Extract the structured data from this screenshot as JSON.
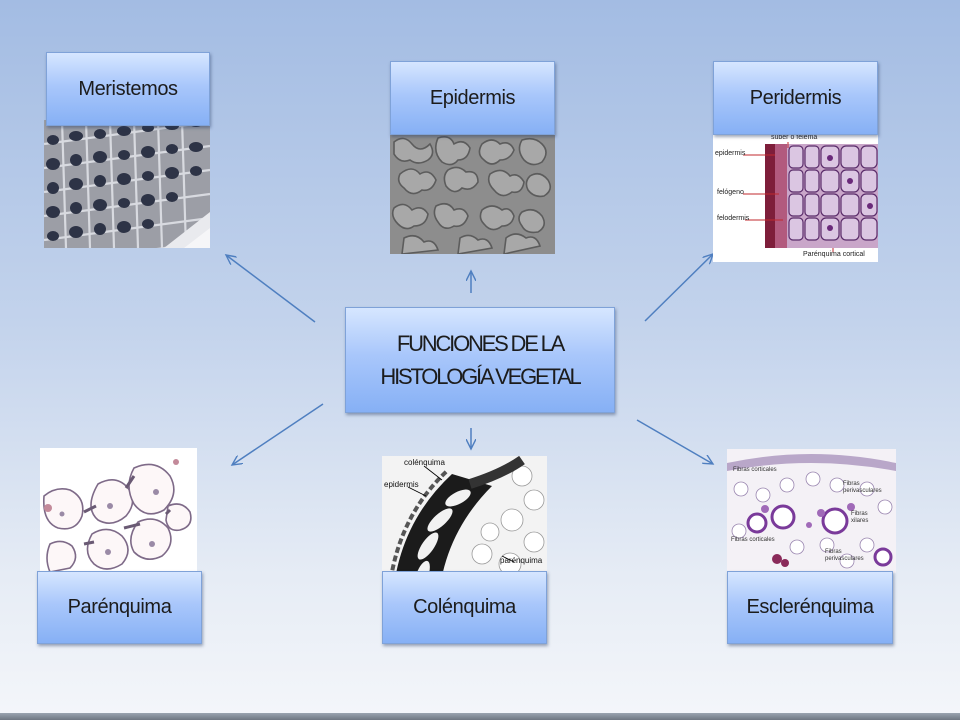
{
  "center": {
    "line1": "FUNCIONES DE LA",
    "line2": "HISTOLOGÍA VEGETAL"
  },
  "nodes": {
    "meristemos": "Meristemos",
    "epidermis": "Epidermis",
    "peridermis": "Peridermis",
    "parenquima": "Parénquima",
    "colenquima": "Colénquima",
    "esclerenquima": "Esclerénquima"
  },
  "image_labels": {
    "peridermis": {
      "suber": "súber o felema",
      "epidermis": "epidermis",
      "felogeno": "felógeno",
      "felodermis": "felodermis",
      "parenquima": "Parénquima cortical"
    },
    "colenquima": {
      "colenquima": "colénquima",
      "epidermis": "epidermis",
      "parenquima": "parénquima"
    },
    "esclerenquima": {
      "fibras_corticales_1": "Fibras corticales",
      "fibras_perivasculares_1": "Fibras perivasculares",
      "fibras_xilares": "Fibras xilares",
      "fibras_corticales_2": "Fibras corticales",
      "fibras_perivasculares_2": "Fibras perivasculares"
    }
  },
  "colors": {
    "arrow": "#4f7fc0",
    "node_fill_top": "#d6e6ff",
    "node_fill_bottom": "#86b0f5",
    "node_border": "#7fa2d8"
  }
}
